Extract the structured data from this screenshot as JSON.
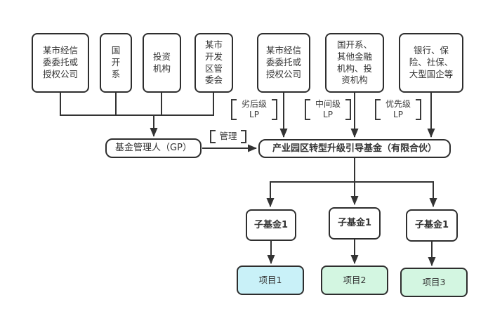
{
  "diagram": {
    "funders_left": [
      {
        "label": "某市经信\n委委托或\n授权公司"
      },
      {
        "label": "国\n开\n系"
      },
      {
        "label": "投资\n机构"
      },
      {
        "label": "某市\n开发\n区管\n委会"
      }
    ],
    "funders_right": [
      {
        "label": "某市经信\n委委托或\n授权公司",
        "tier": "劣后级\nLP"
      },
      {
        "label": "国开系、\n其他金融\n机构、投\n资机构",
        "tier": "中间级\nLP"
      },
      {
        "label": "银行、保\n险、社保、\n大型国企等",
        "tier": "优先级\nLP"
      }
    ],
    "gp": {
      "label": "基金管理人（GP）"
    },
    "manage": {
      "label": "管理"
    },
    "fund": {
      "label": "产业园区转型升级引导基金（有限合伙）"
    },
    "sub_funds": [
      {
        "label": "子基金1"
      },
      {
        "label": "子基金1"
      },
      {
        "label": "子基金1"
      }
    ],
    "projects": [
      {
        "label": "项目1",
        "fill": "#c9f1f8"
      },
      {
        "label": "项目2",
        "fill": "#d3f6e1"
      },
      {
        "label": "项目3",
        "fill": "#d3f6e1"
      }
    ],
    "colors": {
      "line": "#333333",
      "border": "#2e2e2e",
      "project1_fill": "#c9f1f8",
      "project2_fill": "#d3f6e1",
      "project3_fill": "#d3f6e1"
    }
  }
}
